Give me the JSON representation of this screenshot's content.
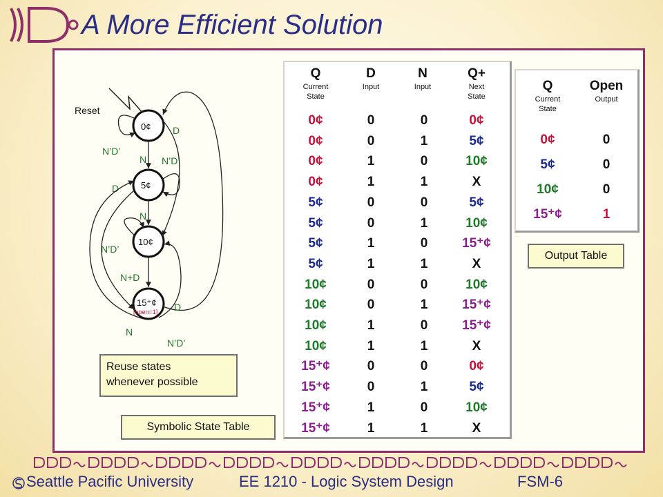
{
  "header": {
    "title": "A More Efficient Solution"
  },
  "diagram": {
    "reset_label": "Reset",
    "states": [
      {
        "label": "0¢"
      },
      {
        "label": "5¢"
      },
      {
        "label": "10¢"
      },
      {
        "label": "15⁺¢"
      }
    ],
    "open_note": "[open=1]",
    "edges": {
      "self_0": "N’D’",
      "s0_d": "D",
      "s0_n": "N",
      "self_5": "N’D’",
      "s5_d": "D",
      "s5_n": "N",
      "self_10": "N’D’",
      "s10_nd": "N+D",
      "s15_d": "D",
      "s15_n": "N",
      "s15_self": "N’D’"
    }
  },
  "state_table": {
    "headers": [
      {
        "main": "Q",
        "sub1": "Current",
        "sub2": "State"
      },
      {
        "main": "D",
        "sub1": "Input",
        "sub2": ""
      },
      {
        "main": "N",
        "sub1": "Input",
        "sub2": ""
      },
      {
        "main": "Q+",
        "sub1": "Next",
        "sub2": "State"
      }
    ],
    "rows": [
      [
        "0¢",
        "0",
        "0",
        "0¢"
      ],
      [
        "0¢",
        "0",
        "1",
        "5¢"
      ],
      [
        "0¢",
        "1",
        "0",
        "10¢"
      ],
      [
        "0¢",
        "1",
        "1",
        "X"
      ],
      [
        "5¢",
        "0",
        "0",
        "5¢"
      ],
      [
        "5¢",
        "0",
        "1",
        "10¢"
      ],
      [
        "5¢",
        "1",
        "0",
        "15⁺¢"
      ],
      [
        "5¢",
        "1",
        "1",
        "X"
      ],
      [
        "10¢",
        "0",
        "0",
        "10¢"
      ],
      [
        "10¢",
        "0",
        "1",
        "15⁺¢"
      ],
      [
        "10¢",
        "1",
        "0",
        "15⁺¢"
      ],
      [
        "10¢",
        "1",
        "1",
        "X"
      ],
      [
        "15⁺¢",
        "0",
        "0",
        "0¢"
      ],
      [
        "15⁺¢",
        "0",
        "1",
        "5¢"
      ],
      [
        "15⁺¢",
        "1",
        "0",
        "10¢"
      ],
      [
        "15⁺¢",
        "1",
        "1",
        "X"
      ]
    ],
    "caption": "Symbolic State Table"
  },
  "output_table": {
    "headers": [
      {
        "main": "Q",
        "sub1": "Current",
        "sub2": "State"
      },
      {
        "main": "Open",
        "sub1": "Output",
        "sub2": ""
      }
    ],
    "rows": [
      [
        "0¢",
        "0"
      ],
      [
        "5¢",
        "0"
      ],
      [
        "10¢",
        "0"
      ],
      [
        "15⁺¢",
        "1"
      ]
    ],
    "caption": "Output Table"
  },
  "reuse_note": {
    "line1": "Reuse states",
    "line2": "whenever possible"
  },
  "footer": {
    "school": "Seattle  Pacific University",
    "course": "EE 1210 - Logic System Design",
    "slide": "FSM-6"
  },
  "colors": {
    "title": "#2a2d86",
    "border": "#8f2f6a",
    "state_0": "#c5123a",
    "state_5": "#1b2a8c",
    "state_10": "#1f7a2a",
    "state_15": "#8a1e8c",
    "edge_label": "#1f7a2a"
  }
}
